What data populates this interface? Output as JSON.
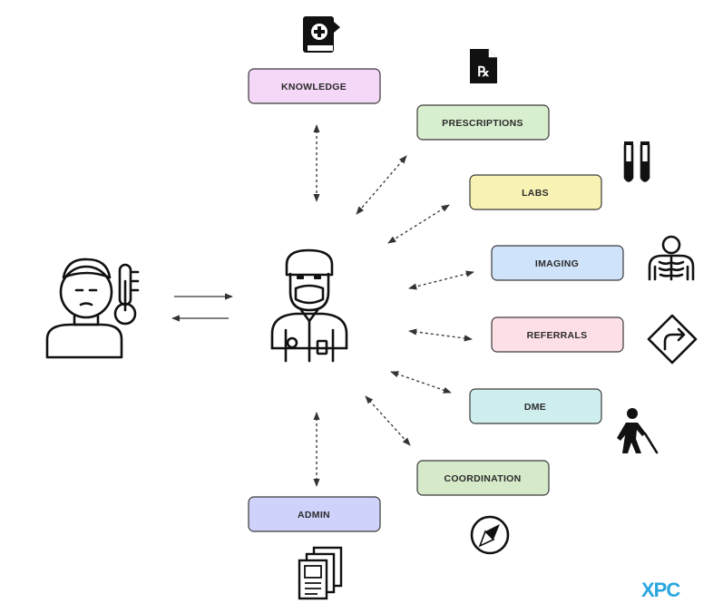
{
  "nodes": {
    "knowledge": "KNOWLEDGE",
    "prescriptions": "PRESCRIPTIONS",
    "labs": "LABS",
    "imaging": "IMAGING",
    "referrals": "REFERRALS",
    "dme": "DME",
    "coordination": "COORDINATION",
    "admin": "ADMIN"
  },
  "colors": {
    "knowledge": "#f5d7f7",
    "prescriptions": "#d8efcf",
    "labs": "#f8f3b4",
    "imaging": "#cfe3fa",
    "referrals": "#fde0e6",
    "dme": "#cfeeee",
    "coordination": "#d6e9c9",
    "admin": "#cfd3fb",
    "logo": "#2aa6df"
  },
  "icons": {
    "knowledge": "medical-book-icon",
    "prescriptions": "prescription-icon",
    "labs": "test-tubes-icon",
    "imaging": "xray-icon",
    "referrals": "turn-right-sign-icon",
    "dme": "walking-cane-person-icon",
    "coordination": "compass-icon",
    "admin": "documents-icon",
    "patient": "sick-patient-icon",
    "doctor": "doctor-icon"
  },
  "logo": "XPC"
}
